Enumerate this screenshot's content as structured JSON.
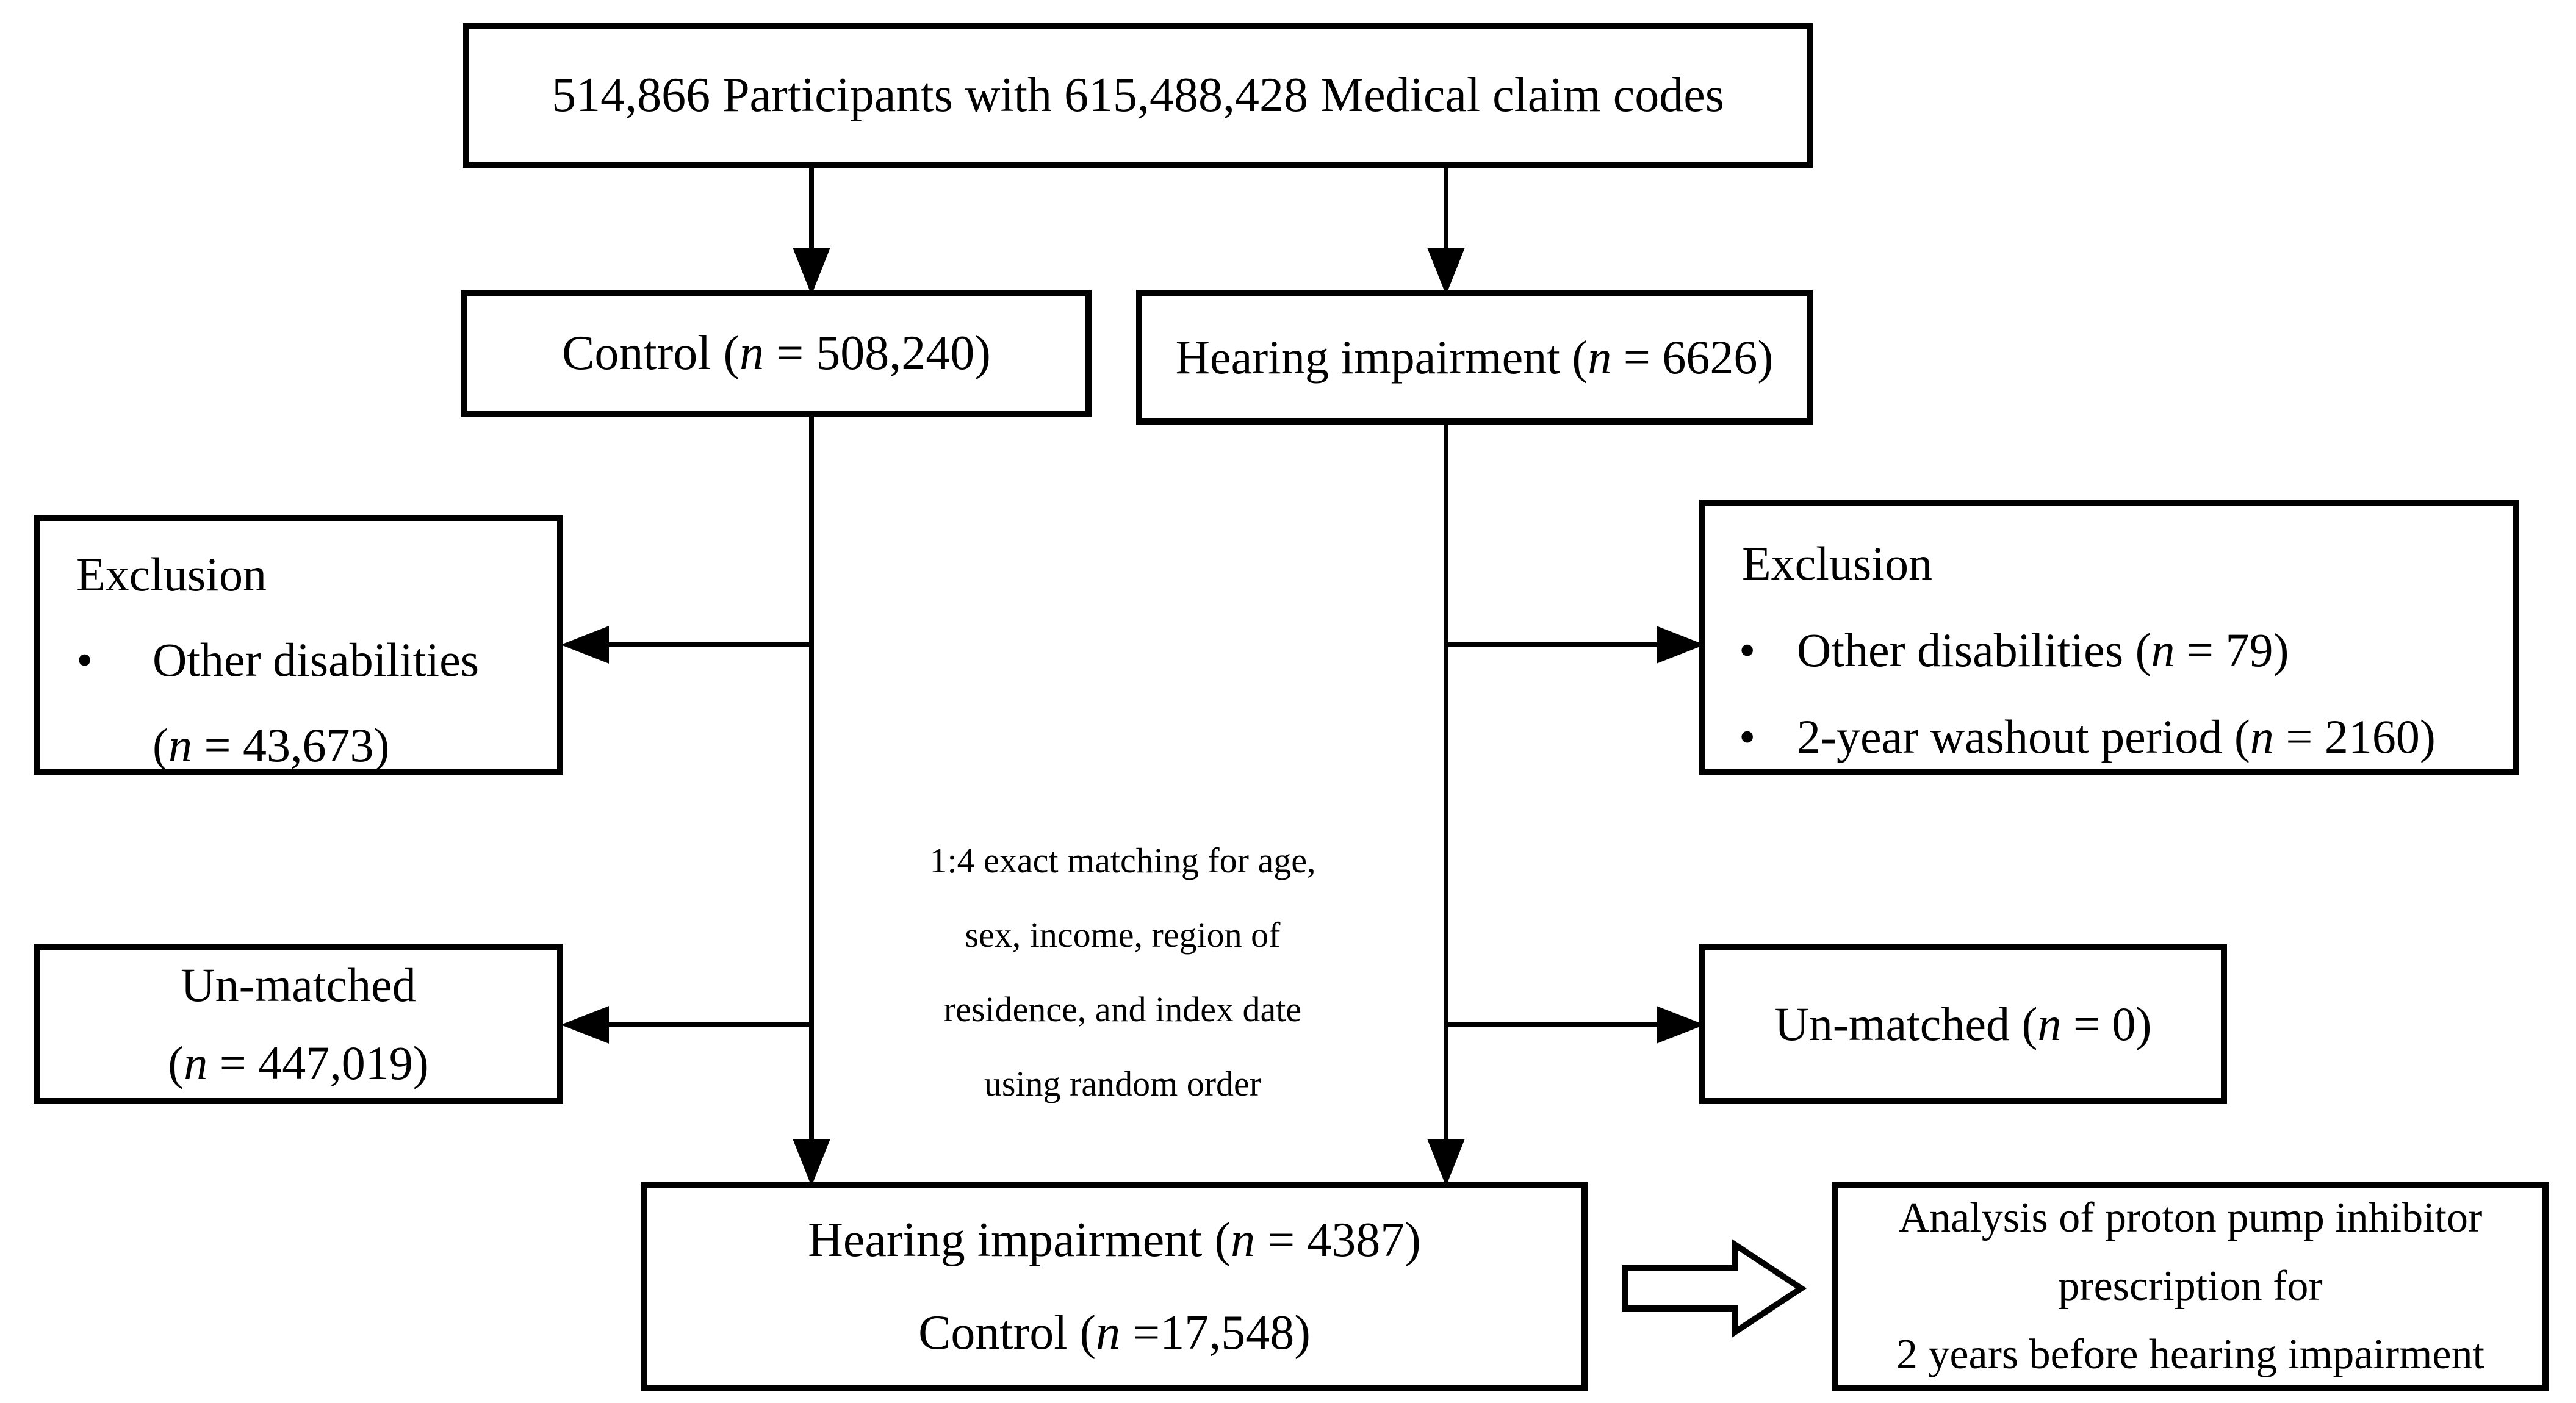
{
  "colors": {
    "ink": "#000000",
    "paper": "#ffffff"
  },
  "bullet_glyph": "•",
  "boxes": {
    "total": {
      "text": "514,866 Participants with 615,488,428 Medical claim codes"
    },
    "control": {
      "text": "Control (n = 508,240)"
    },
    "hearing": {
      "text": "Hearing impairment (n = 6626)"
    },
    "exclusion_left": {
      "heading": "Exclusion",
      "item1_line1": "Other disabilities",
      "item1_line2": "(n = 43,673)"
    },
    "exclusion_right": {
      "heading": "Exclusion",
      "item1": "Other disabilities (n = 79)",
      "item2": "2-year washout period (n = 2160)"
    },
    "unmatched_left": {
      "line1": "Un-matched",
      "line2": "(n = 447,019)"
    },
    "unmatched_right": {
      "text": "Un-matched (n = 0)"
    },
    "matched": {
      "line1": "Hearing impairment (n = 4387)",
      "line2": "Control (n =17,548)"
    },
    "analysis": {
      "line1": "Analysis of proton pump inhibitor",
      "line2": "prescription for",
      "line3": "2 years before hearing impairment"
    }
  },
  "matching_note": {
    "line1": "1:4 exact matching for age,",
    "line2": "sex, income, region of",
    "line3": "residence, and index date",
    "line4": "using random order"
  }
}
